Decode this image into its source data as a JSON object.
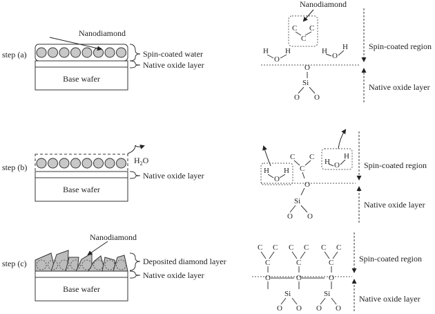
{
  "steps": {
    "a": {
      "label": "step (a)"
    },
    "b": {
      "label": "step (b)"
    },
    "c": {
      "label": "step (c)"
    }
  },
  "left": {
    "nanodiamond": "Nanodiamond",
    "spin_coated_water": "Spin-coated water",
    "native_oxide": "Native oxide layer",
    "base_wafer": "Base wafer",
    "h2o_main": "H",
    "h2o_sub": "2",
    "h2o_tail": "O",
    "deposited_layer": "Deposited diamond layer"
  },
  "right": {
    "nanodiamond": "Nanodiamond",
    "spin_coated_region": "Spin-coated region",
    "native_oxide": "Native oxide layer",
    "atoms": {
      "C": "C",
      "H": "H",
      "O": "O",
      "Si": "Si"
    }
  },
  "colors": {
    "particle_fill": "#c8c8c8",
    "stroke": "#333333",
    "dotted": "#555555"
  }
}
